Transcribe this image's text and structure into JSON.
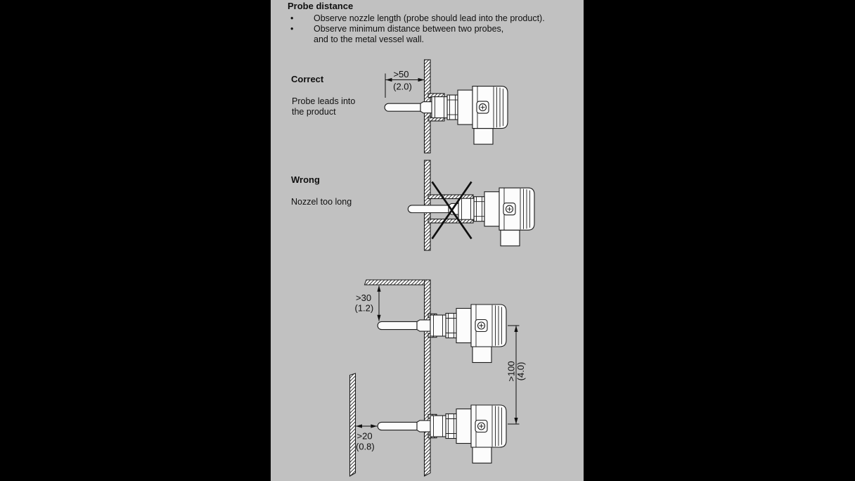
{
  "colors": {
    "bg": "#000000",
    "panel": "#c1c1c1",
    "line": "#1c1c1c",
    "ink": "#101010",
    "part": "#fcfcfc"
  },
  "header": {
    "title": "Probe distance",
    "bullet_char": "•",
    "bullets": [
      {
        "lines": [
          "Observe nozzle length (probe should lead into the product)."
        ]
      },
      {
        "lines": [
          "Observe minimum distance between two probes,",
          "and to the metal vessel wall."
        ]
      }
    ]
  },
  "sections": {
    "correct": {
      "label": "Correct",
      "description": [
        "Probe leads into",
        "the product"
      ],
      "dimension": {
        "mm": ">50",
        "inch": "(2.0)"
      }
    },
    "wrong": {
      "label": "Wrong",
      "description": "Nozzel too long"
    },
    "spacing": {
      "top_clearance": {
        "mm": ">30",
        "inch": "(1.2)"
      },
      "wall_clearance": {
        "mm": ">20",
        "inch": "(0.8)"
      },
      "probe_spacing": {
        "mm": ">100",
        "inch": "(4.0)"
      }
    }
  }
}
